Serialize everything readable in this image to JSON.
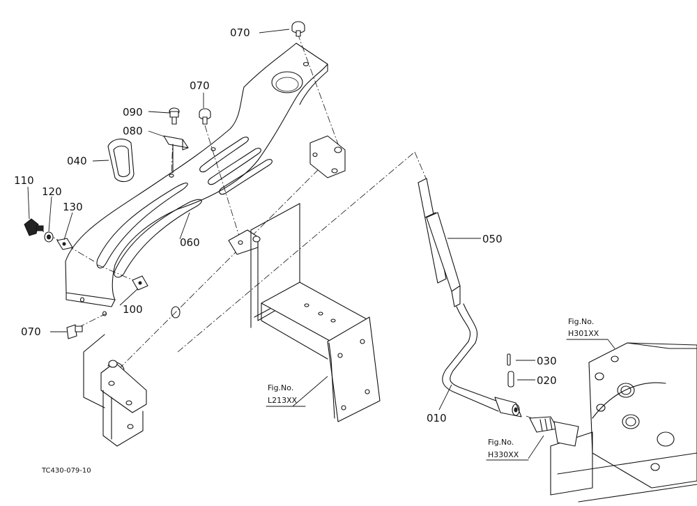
{
  "parts": {
    "p010": "010",
    "p020": "020",
    "p030": "030",
    "p040": "040",
    "p050": "050",
    "p060": "060",
    "p070_top": "070",
    "p070_mid": "070",
    "p070_left": "070",
    "p080": "080",
    "p090": "090",
    "p100": "100",
    "p110": "110",
    "p120": "120",
    "p130": "130"
  },
  "figure_refs": {
    "l213": {
      "title": "Fig.No.",
      "number": "L213XX"
    },
    "h301": {
      "title": "Fig.No.",
      "number": "H301XX"
    },
    "h330": {
      "title": "Fig.No.",
      "number": "H330XX"
    }
  },
  "drawing_code": "TC430-079-10"
}
